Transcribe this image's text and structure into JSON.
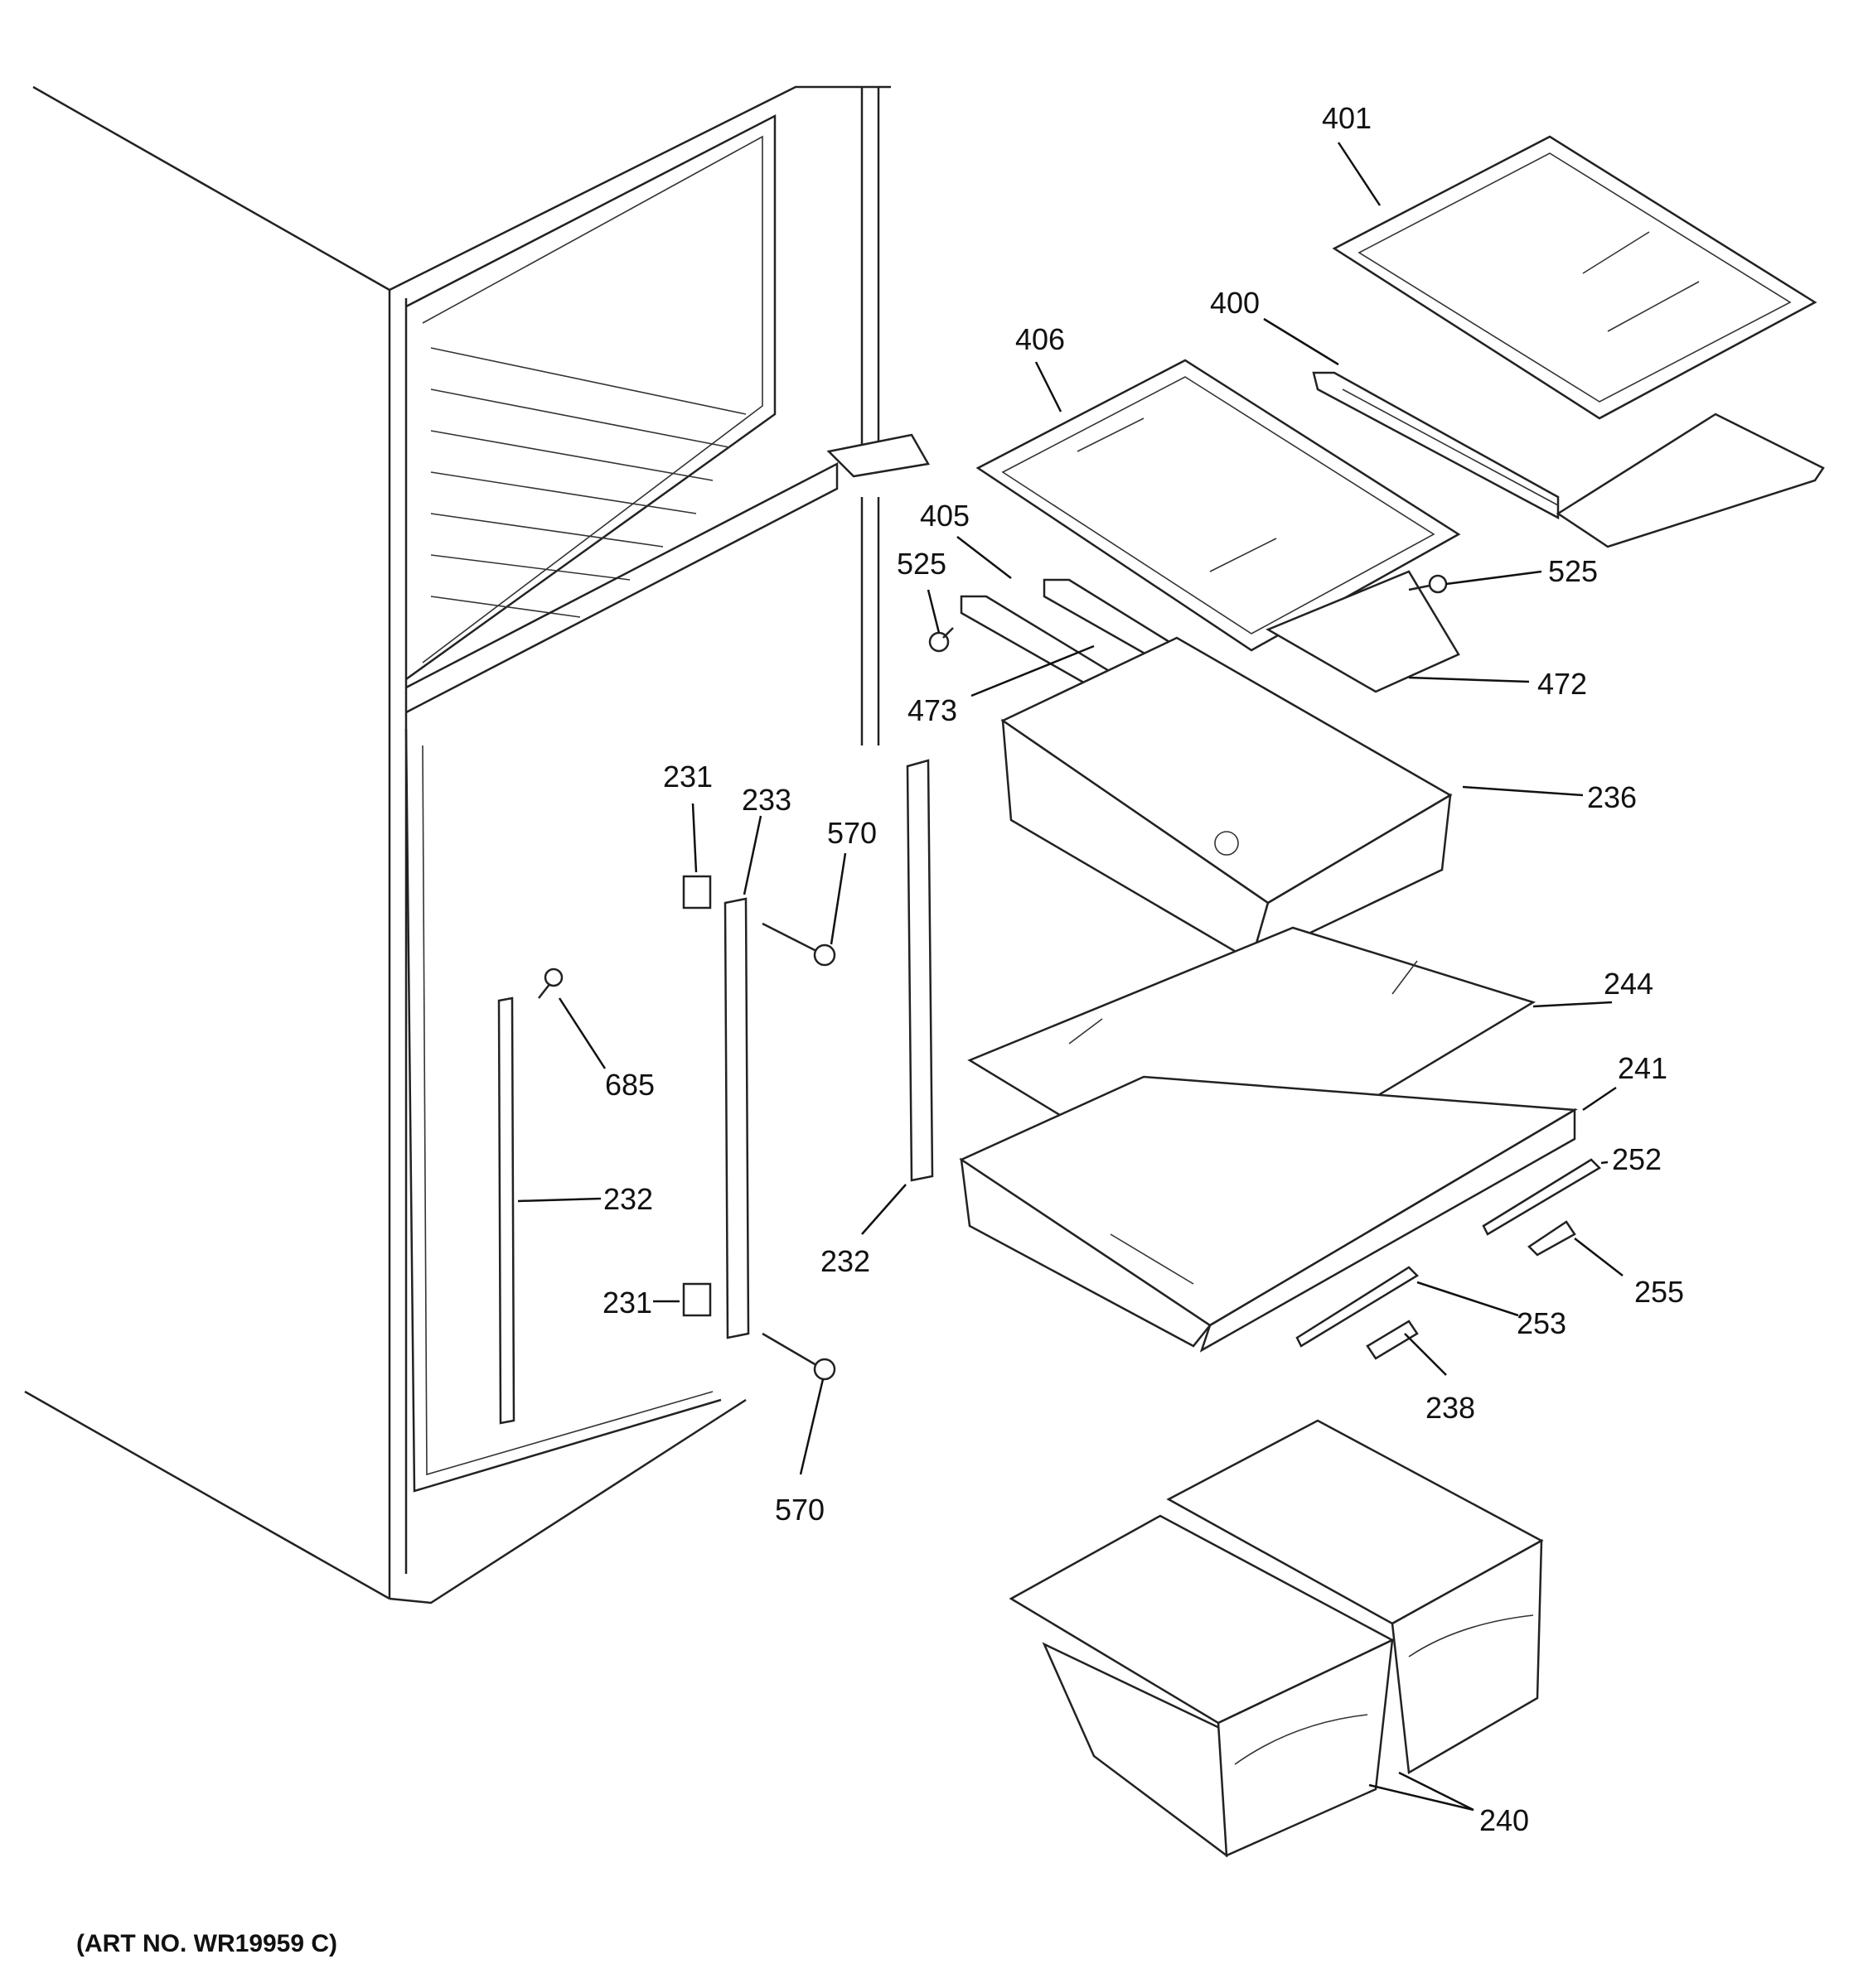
{
  "art_number": "(ART NO. WR19959 C)",
  "callouts": [
    {
      "id": "c401",
      "text": "401"
    },
    {
      "id": "c400",
      "text": "400"
    },
    {
      "id": "c406",
      "text": "406"
    },
    {
      "id": "c405",
      "text": "405"
    },
    {
      "id": "c525a",
      "text": "525"
    },
    {
      "id": "c525b",
      "text": "525"
    },
    {
      "id": "c472",
      "text": "472"
    },
    {
      "id": "c473",
      "text": "473"
    },
    {
      "id": "c236",
      "text": "236"
    },
    {
      "id": "c231a",
      "text": "231"
    },
    {
      "id": "c233",
      "text": "233"
    },
    {
      "id": "c570a",
      "text": "570"
    },
    {
      "id": "c244",
      "text": "244"
    },
    {
      "id": "c241",
      "text": "241"
    },
    {
      "id": "c685",
      "text": "685"
    },
    {
      "id": "c252",
      "text": "252"
    },
    {
      "id": "c232a",
      "text": "232"
    },
    {
      "id": "c232b",
      "text": "232"
    },
    {
      "id": "c255",
      "text": "255"
    },
    {
      "id": "c231b",
      "text": "231"
    },
    {
      "id": "c253",
      "text": "253"
    },
    {
      "id": "c238",
      "text": "238"
    },
    {
      "id": "c570b",
      "text": "570"
    },
    {
      "id": "c240",
      "text": "240"
    }
  ]
}
